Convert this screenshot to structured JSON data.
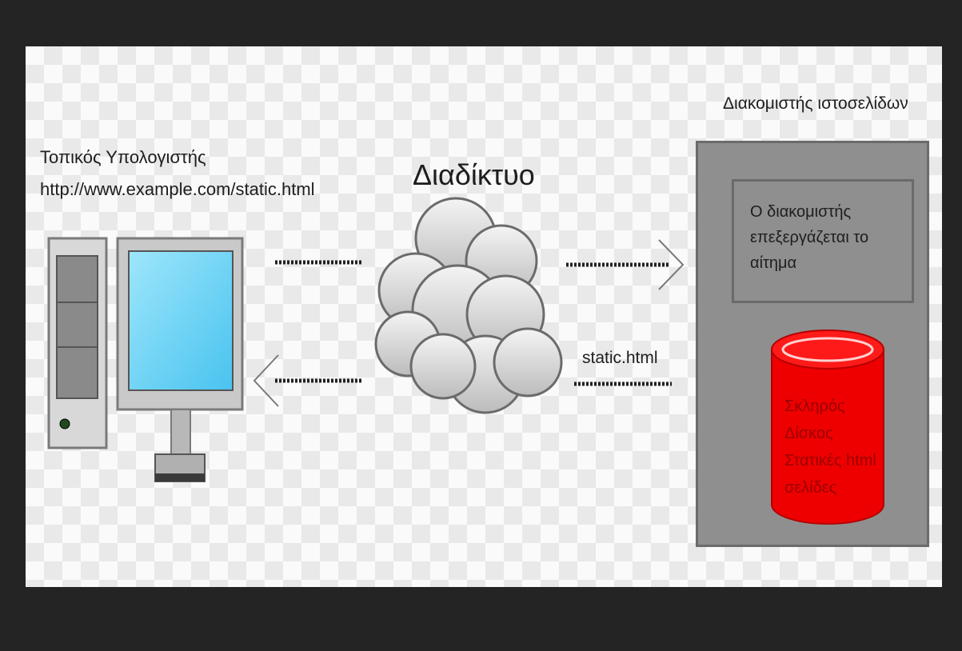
{
  "diagram": {
    "client": {
      "title": "Τοπικός Υπολογιστής",
      "url": "http://www.example.com/static.html"
    },
    "internet": {
      "label": "Διαδίκτυο"
    },
    "server": {
      "title": "Διακομιστής ιστοσελίδων",
      "process_lines": [
        "Ο διακομιστής",
        "επεξεργάζεται το αίτημα"
      ],
      "disk_lines": [
        "Σκληρός",
        "Δίσκος",
        "Στατικές html",
        "σελίδες"
      ]
    },
    "response": {
      "file": "static.html"
    }
  },
  "colors": {
    "background": "#242424",
    "server_box": "#8f8f8f",
    "disk": "#ee0000",
    "monitor_screen": "#7fd8f5",
    "cloud": "#d9d9d9"
  },
  "icons": {
    "tower": "desktop-tower-icon",
    "monitor": "monitor-icon",
    "cloud": "cloud-icon",
    "disk": "database-cylinder-icon"
  }
}
